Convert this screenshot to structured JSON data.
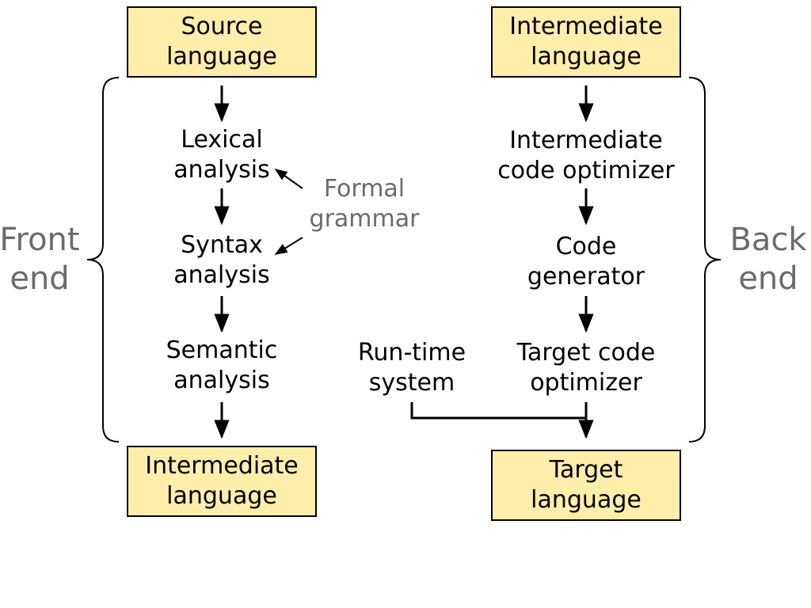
{
  "front": {
    "source": "Source\nlanguage",
    "lexical": "Lexical\nanalysis",
    "syntax": "Syntax\nanalysis",
    "semantic": "Semantic\nanalysis",
    "intermediate_out": "Intermediate\nlanguage",
    "label": "Front\nend"
  },
  "grammar": "Formal\ngrammar",
  "back": {
    "intermediate_in": "Intermediate\nlanguage",
    "ico": "Intermediate\ncode optimizer",
    "codegen": "Code\ngenerator",
    "tco": "Target code\noptimizer",
    "target": "Target\nlanguage",
    "label": "Back\nend"
  },
  "runtime": "Run-time\nsystem",
  "colors": {
    "box_fill": "#ffeeaa",
    "gray_text": "#6b6b6b",
    "line": "#000000"
  }
}
